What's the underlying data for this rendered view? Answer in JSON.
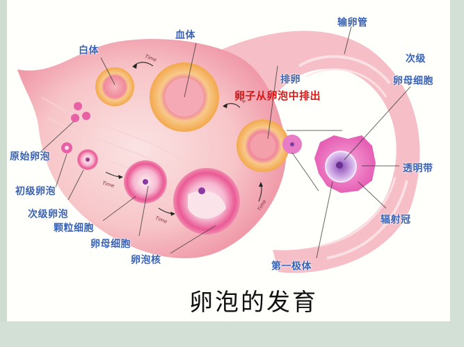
{
  "diagram": {
    "title": "卵泡的发育",
    "callout_red": "卵子从卵泡中排出",
    "labels": {
      "corpus_albicans": "白体",
      "corpus_hemorrhagicum": "血体",
      "oviduct": "输卵管",
      "secondary": "次级",
      "secondary_oocyte": "卵母细胞",
      "ovulation": "排卵",
      "primordial_follicle": "原始卵泡",
      "primary_follicle": "初级卵泡",
      "secondary_follicle": "次级卵泡",
      "granulosa_cells": "颗粒细胞",
      "oocyte": "卵母细胞",
      "follicle_nucleus": "卵泡核",
      "first_polar_body": "第一极体",
      "zona_pellucida": "透明带",
      "corona_radiata": "辐射冠"
    },
    "time_marker": "Time",
    "colors": {
      "label_blue": "#3a63b5",
      "callout_red": "#d91818",
      "frame_green": "#d3e0d5",
      "tissue_pink": "#f3a7b4",
      "corpus_orange": "#f6c27a",
      "follicle_magenta": "#e8509a"
    }
  }
}
